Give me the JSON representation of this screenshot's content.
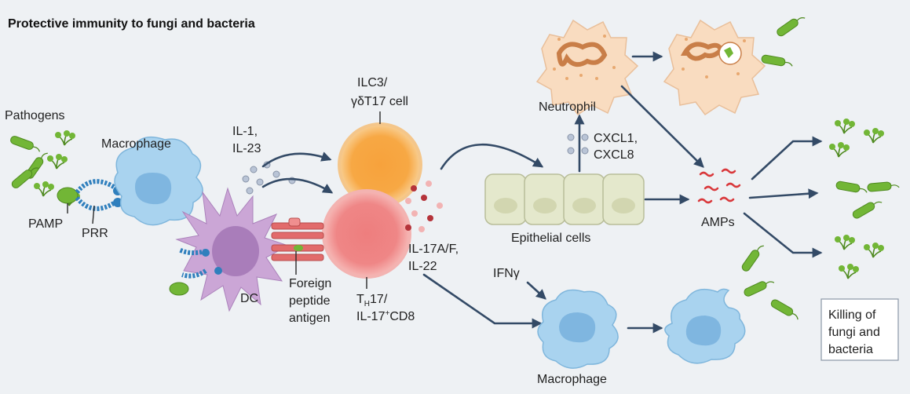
{
  "title": "Protective immunity to fungi and bacteria",
  "labels": {
    "pathogens": "Pathogens",
    "macrophage_top": "Macrophage",
    "pamp": "PAMP",
    "prr": "PRR",
    "il1": "IL-1,",
    "il23": "IL-23",
    "dc": "DC",
    "ilc3_line1": "ILC3/",
    "ilc3_line2": "γδT17 cell",
    "foreign1": "Foreign",
    "foreign2": "peptide",
    "foreign3": "antigen",
    "th17_T": "T",
    "th17_H": "H",
    "th17_rest": "17/",
    "il17cd8_a": "IL-17",
    "il17cd8_plus": "+",
    "il17cd8_b": "CD8",
    "il17af": "IL-17A/F,",
    "il22": "IL-22",
    "epithelial": "Epithelial cells",
    "neutrophil": "Neutrophil",
    "cxcl1": "CXCL1,",
    "cxcl8": "CXCL8",
    "amps": "AMPs",
    "ifng": "IFNγ",
    "macrophage_bottom": "Macrophage",
    "killing1": "Killing of",
    "killing2": "fungi and",
    "killing3": "bacteria"
  },
  "colors": {
    "background": "#eef1f4",
    "macrophage": "#a9d3ef",
    "dc": "#cba6d6",
    "ilc3": "#f7bb72",
    "th17": "#f08f8f",
    "neutrophil": "#f9dcc0",
    "epithelial": "#e4e8cc",
    "pathogen_green": "#72b636",
    "receptor_blue": "#2f7fbd",
    "arrow": "#334a66",
    "amp_red": "#d9383b"
  }
}
